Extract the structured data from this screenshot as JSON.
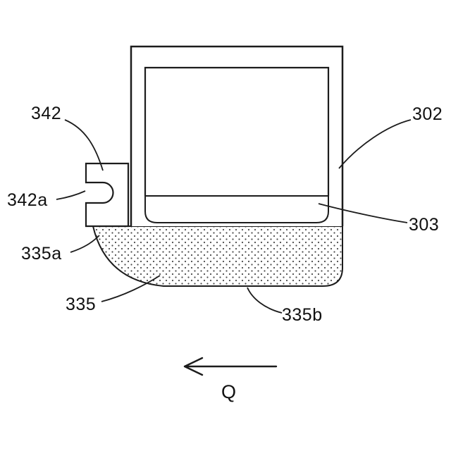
{
  "diagram": {
    "kind": "patent-style cross-section figure",
    "labels": {
      "ref_342": "342",
      "ref_342a": "342a",
      "ref_302": "302",
      "ref_303": "303",
      "ref_335a": "335a",
      "ref_335": "335",
      "ref_335b": "335b",
      "direction": "Q"
    },
    "colors": {
      "line": "#1c1c1c",
      "background": "#ffffff",
      "stipple_dot": "#4a4a4a"
    }
  }
}
